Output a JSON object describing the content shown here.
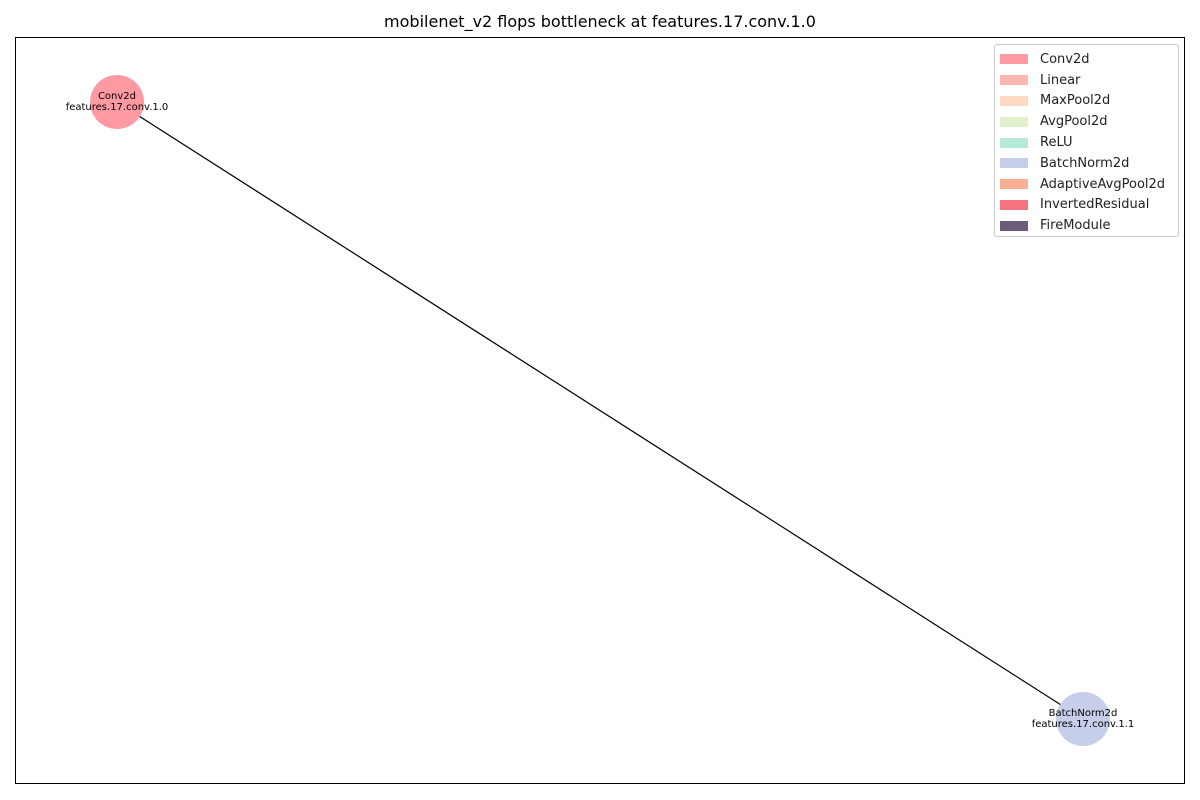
{
  "title": "mobilenet_v2 flops bottleneck at features.17.conv.1.0",
  "legend": {
    "items": [
      {
        "label": "Conv2d",
        "color": "#ff9aa2"
      },
      {
        "label": "Linear",
        "color": "#ffb7b2"
      },
      {
        "label": "MaxPool2d",
        "color": "#ffdac1"
      },
      {
        "label": "AvgPool2d",
        "color": "#e2f0cb"
      },
      {
        "label": "ReLU",
        "color": "#b5ead7"
      },
      {
        "label": "BatchNorm2d",
        "color": "#c7ceea"
      },
      {
        "label": "AdaptiveAvgPool2d",
        "color": "#f8b195"
      },
      {
        "label": "InvertedResidual",
        "color": "#f67280"
      },
      {
        "label": "FireModule",
        "color": "#6c5b7b"
      }
    ]
  },
  "graph": {
    "nodes": [
      {
        "id": "n0",
        "type": "Conv2d",
        "name": "features.17.conv.1.0",
        "color": "#ff9aa2"
      },
      {
        "id": "n1",
        "type": "BatchNorm2d",
        "name": "features.17.conv.1.1",
        "color": "#c7ceea"
      }
    ],
    "edges": [
      {
        "from": "n0",
        "to": "n1"
      }
    ]
  }
}
